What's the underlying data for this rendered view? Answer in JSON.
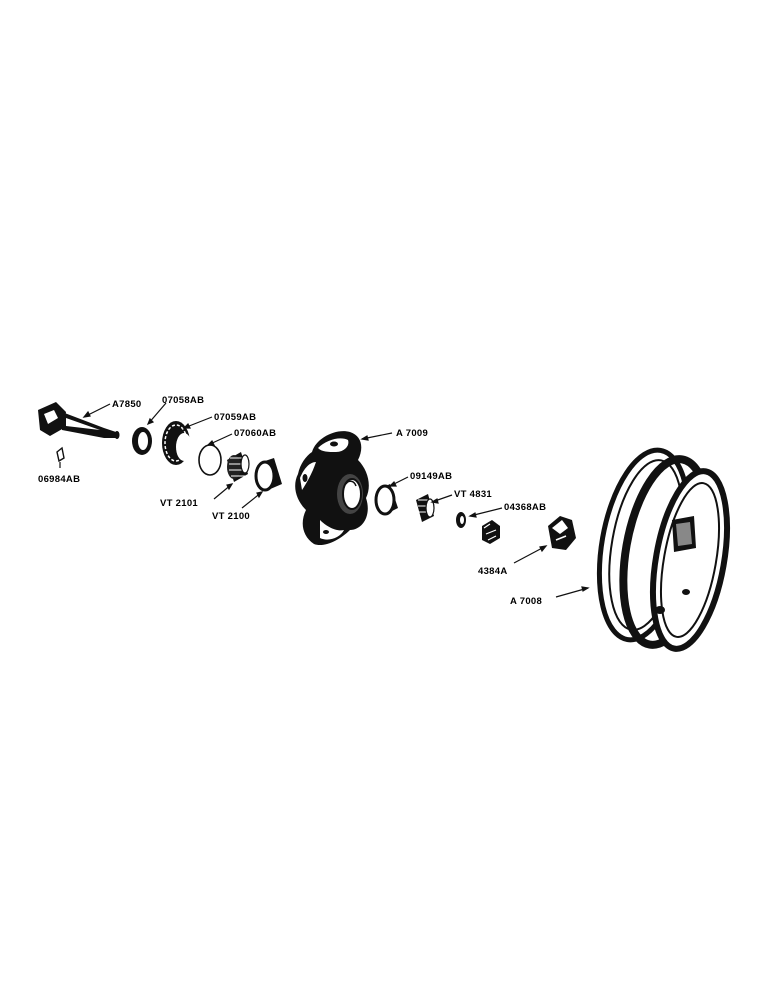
{
  "diagram": {
    "parts": [
      {
        "id": "spindle",
        "label": "A7850"
      },
      {
        "id": "key",
        "label": "06984AB"
      },
      {
        "id": "seal",
        "label": "07058AB"
      },
      {
        "id": "retainer",
        "label": "07059AB"
      },
      {
        "id": "o-ring",
        "label": "07060AB"
      },
      {
        "id": "inner-cone",
        "label": "VT 2101"
      },
      {
        "id": "inner-cup",
        "label": "VT 2100"
      },
      {
        "id": "hub",
        "label": "A 7009"
      },
      {
        "id": "outer-cup",
        "label": "09149AB"
      },
      {
        "id": "outer-cone",
        "label": "VT 4831"
      },
      {
        "id": "washer",
        "label": "04368AB"
      },
      {
        "id": "nut",
        "label": "4384A"
      },
      {
        "id": "wheel",
        "label": "A 7008"
      }
    ]
  }
}
